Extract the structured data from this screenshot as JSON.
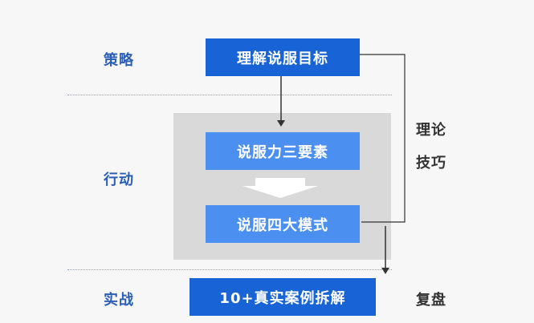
{
  "rows": {
    "strategy": "策略",
    "action": "行动",
    "practice": "实战"
  },
  "boxes": {
    "goal": "理解说服目标",
    "three_elements": "说服力三要素",
    "four_modes": "说服四大模式",
    "cases": "10+真实案例拆解"
  },
  "side": {
    "theory_line1": "理论",
    "theory_line2": "技巧",
    "review": "复盘"
  },
  "colors": {
    "row_label": "#2b5fb7",
    "box_dark": "#1864d6",
    "box_light": "#4b8ff0",
    "panel": "#d9d9d9"
  }
}
